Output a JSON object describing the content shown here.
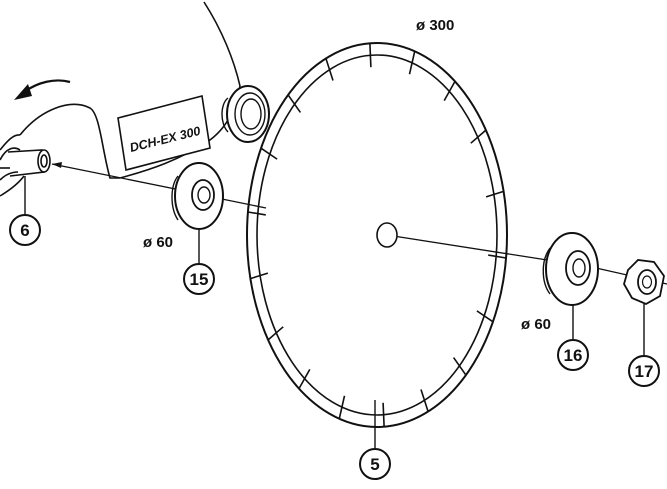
{
  "labels": {
    "disc_diameter": "ø 300",
    "inner_flange_diameter": "ø 60",
    "outer_flange_diameter": "ø 60",
    "model_plate": "DCH-EX 300"
  },
  "callouts": {
    "spindle": "6",
    "inner_flange": "15",
    "outer_flange": "16",
    "nut": "17",
    "disc": "5"
  },
  "colors": {
    "line": "#111111",
    "background": "#ffffff"
  },
  "icons": {
    "rotation": "rotation-direction-arrow-icon"
  }
}
